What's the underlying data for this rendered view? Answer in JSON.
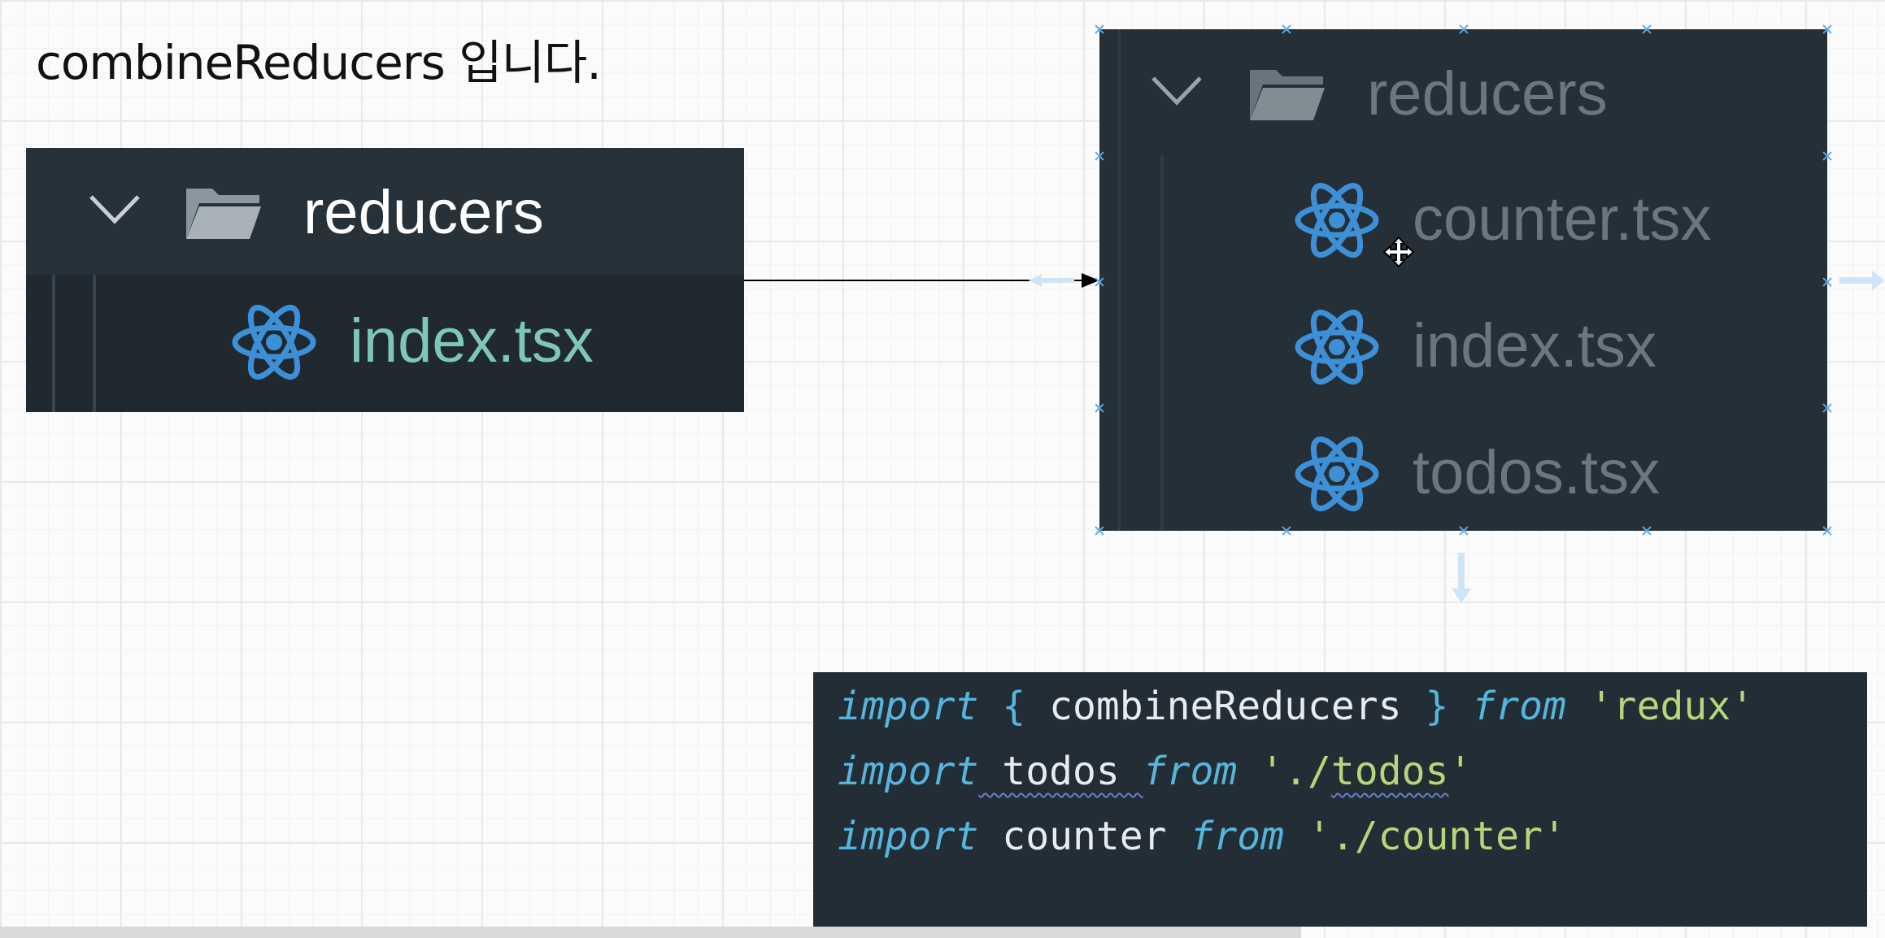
{
  "caption": "combineReducers 입니다.",
  "left_tree": {
    "folder": "reducers",
    "files": [
      "index.tsx"
    ]
  },
  "right_tree": {
    "folder": "reducers",
    "files": [
      "counter.tsx",
      "index.tsx",
      "todos.tsx"
    ]
  },
  "code": {
    "line1": {
      "kw1": "import",
      "brace_open": " { ",
      "ident": "combineReducers",
      "brace_close": " } ",
      "kw2": "from",
      "str": " 'redux'"
    },
    "line2": {
      "kw1": "import",
      "ident": " todos ",
      "kw2": "from",
      "str_a": " './",
      "str_b": "todos",
      "str_c": "'"
    },
    "line3": {
      "kw1": "import",
      "ident": " counter ",
      "kw2": "from",
      "str": " './counter'"
    }
  },
  "colors": {
    "panel_bg": "#232d35",
    "folder_text_active": "#ffffff",
    "file_text_active": "#7ec7b8",
    "text_dim": "#6b7680",
    "react_blue": "#3d8fd6",
    "keyword": "#56b5dc",
    "string": "#b4d77c"
  }
}
